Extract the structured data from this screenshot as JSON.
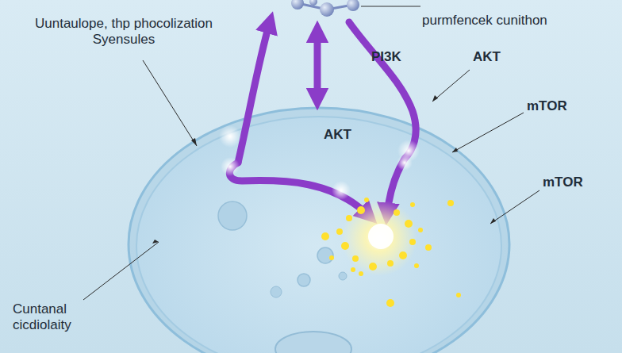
{
  "diagram": {
    "labels": [
      "Uuntaulope, thp phocolization Syensules",
      "purmfencek cunithon",
      "PI3K",
      "AKT",
      "AKT",
      "mTOR",
      "mTOR",
      "Cuntanal cicdiolaity"
    ]
  }
}
